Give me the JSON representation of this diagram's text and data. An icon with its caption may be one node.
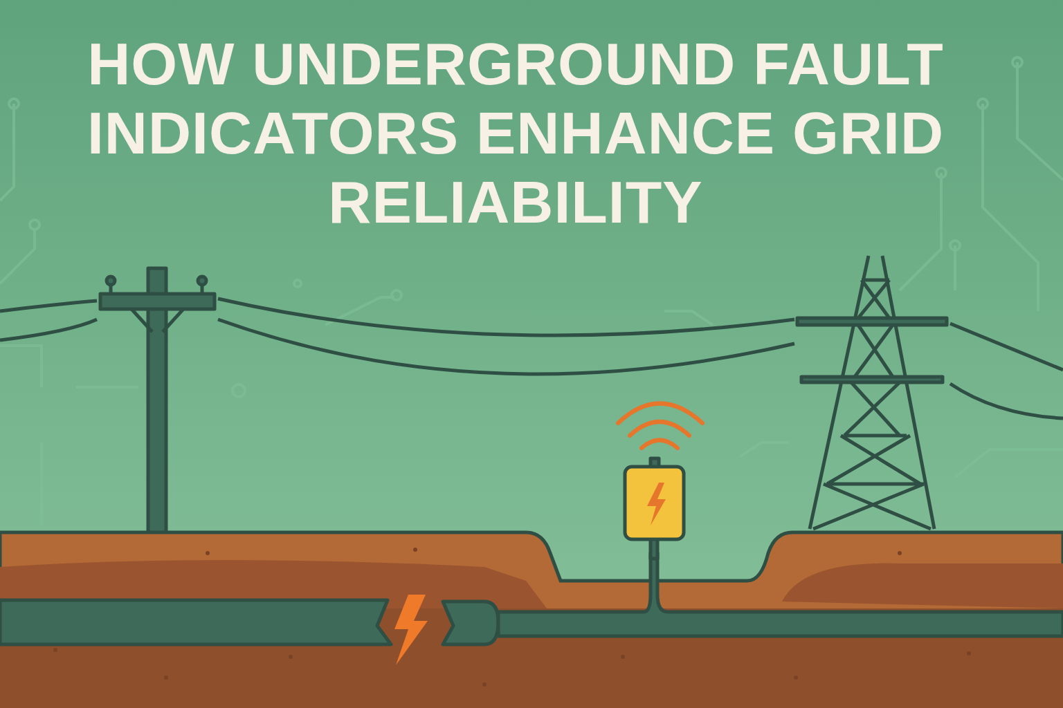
{
  "diagram": {
    "title": "HOW UNDERGROUND FAULT INDICATORS ENHANCE GRID RELIABILITY",
    "nodes": [
      {
        "text": [],
        "shape": "picture"
      },
      {
        "text": [],
        "shape": "picture"
      }
    ],
    "edges": [
      {
        "from": 0,
        "to": 1,
        "arrow": "none"
      },
      {
        "from": 0,
        "to": 1,
        "arrow": "none"
      },
      {
        "from": 0,
        "to": null,
        "arrow": "none"
      },
      {
        "from": 0,
        "to": null,
        "arrow": "none"
      },
      {
        "from": 1,
        "to": null,
        "arrow": "none"
      },
      {
        "from": 1,
        "to": null,
        "arrow": "none"
      }
    ]
  }
}
